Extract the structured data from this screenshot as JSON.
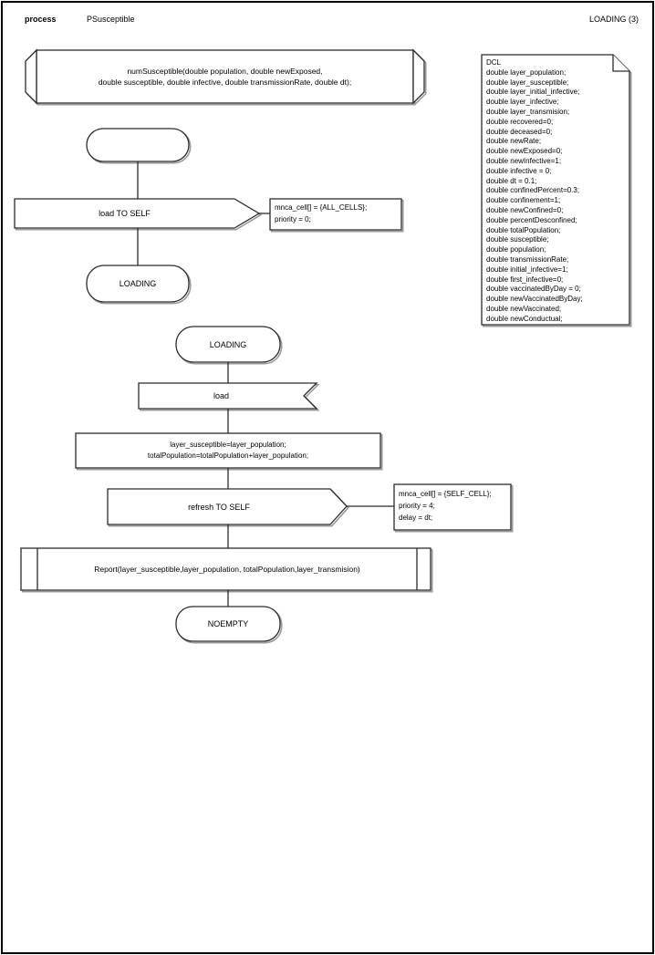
{
  "header": {
    "kind_label": "process",
    "process_name": "PSusceptible",
    "page_state": "LOADING (3)"
  },
  "signature": {
    "lines": [
      "numSusceptible(double population, double newExposed,",
      "double susceptible, double infective, double transmissionRate, double dt);"
    ]
  },
  "dcl_note": {
    "lines": [
      "DCL",
      "double layer_population;",
      "double layer_susceptible;",
      "double layer_initial_infective;",
      "double layer_infective;",
      "double layer_transmision;",
      "double recovered=0;",
      "double deceased=0;",
      "double newRate;",
      "double newExposed=0;",
      "double newInfective=1;",
      "double infective = 0;",
      "double dt = 0.1;",
      "double confinedPercent=0.3;",
      "double confinement=1;",
      "double newConfined=0;",
      "double percentDesconfined;",
      "double totalPopulation;",
      "double susceptible;",
      "double population;",
      "double transmissionRate;",
      "double initial_infective=1;",
      "double first_infective=0;",
      "double vaccinatedByDay = 0;",
      "double newVaccinatedByDay;",
      "double newVaccinated;",
      "double newConductual;"
    ]
  },
  "flow1": {
    "start_state": "",
    "send_label": "load TO SELF",
    "send_annotation": [
      "mnca_cell[] = {ALL_CELLS};",
      "priority = 0;"
    ],
    "result_state": "LOADING"
  },
  "flow2": {
    "start_state": "LOADING",
    "receive_label": "load",
    "assign_lines": [
      "layer_susceptible=layer_population;",
      "totalPopulation=totalPopulation+layer_population;"
    ],
    "send_label": "refresh TO SELF",
    "send_annotation": [
      "mnca_cell[] = {SELF_CELL};",
      "priority = 4;",
      "delay = dt;"
    ],
    "report_label": "Report(layer_susceptible,layer_population, totalPopulation,layer_transmision)",
    "result_state": "NOEMPTY"
  },
  "colors": {
    "stroke": "#2b2b2b",
    "shadow": "#9b9b9b",
    "background": "#ffffff"
  }
}
